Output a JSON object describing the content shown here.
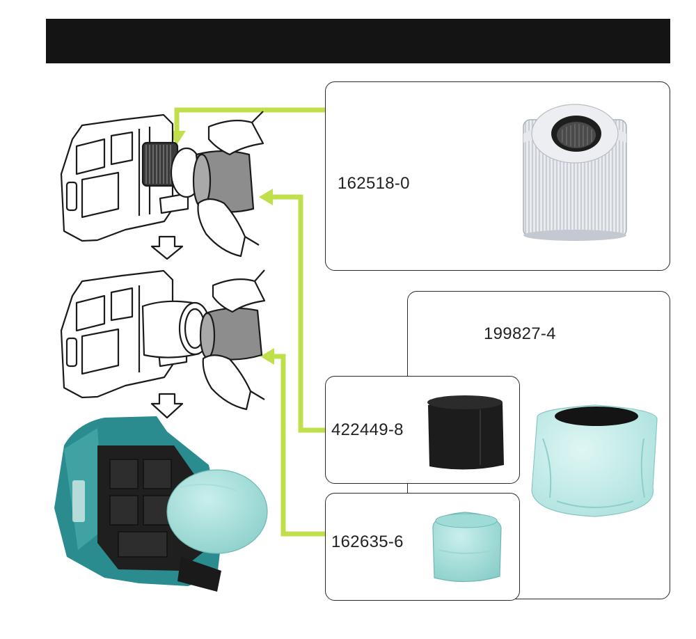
{
  "header": {
    "background": "#141414"
  },
  "colors": {
    "arrow_green": "#bfe04a",
    "teal_cloth": "#8fd3cf",
    "makita_teal": "#2a8c8e",
    "foam_black": "#1c1c1c"
  },
  "steps": [
    {
      "icon": "step-arrow-down-icon"
    },
    {
      "icon": "step-arrow-down-icon"
    }
  ],
  "parts": [
    {
      "code": "162518-0",
      "name_icon": "hepa-cartridge-filter-icon"
    },
    {
      "code": "199827-4",
      "name_icon": "large-cloth-prefilter-icon"
    },
    {
      "code": "422449-8",
      "name_icon": "foam-sponge-filter-icon"
    },
    {
      "code": "162635-6",
      "name_icon": "small-cloth-filter-icon"
    }
  ]
}
